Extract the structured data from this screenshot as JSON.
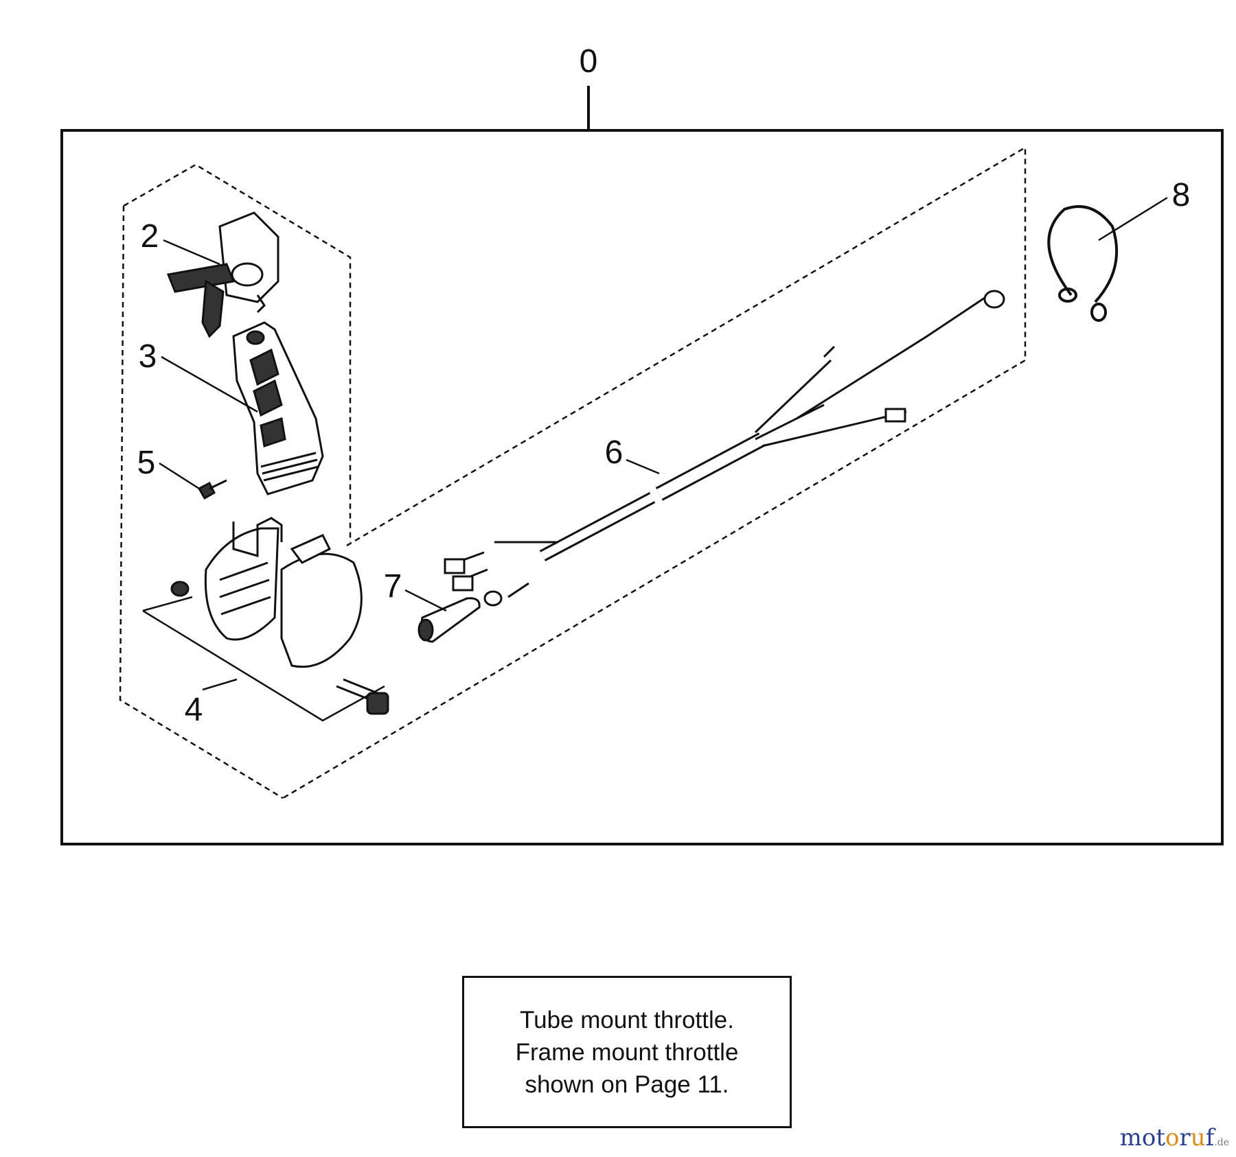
{
  "diagram": {
    "callouts": {
      "c0": "0",
      "c2": "2",
      "c3": "3",
      "c4": "4",
      "c5": "5",
      "c6": "6",
      "c7": "7",
      "c8": "8"
    }
  },
  "note": {
    "lines": [
      "Tube mount throttle.",
      "Frame mount throttle",
      "shown on Page 11."
    ]
  },
  "watermark": {
    "text": "motoruf",
    "suffix": ".de",
    "colors": [
      "#2a3f8f",
      "#2a3f8f",
      "#2a3f8f",
      "#d88c1a",
      "#2a3f8f",
      "#d88c1a",
      "#2a3f8f"
    ]
  }
}
